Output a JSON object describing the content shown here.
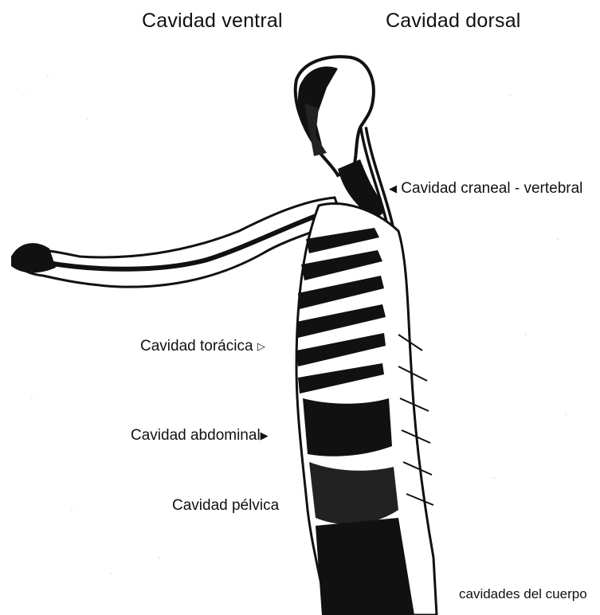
{
  "headers": {
    "ventral": "Cavidad  ventral",
    "dorsal": "Cavidad dorsal"
  },
  "labels": {
    "cranial_vertebral": "Cavidad craneal - vertebral",
    "thoracic": "Cavidad torácica",
    "abdominal": "Cavidad abdominal",
    "pelvic": "Cavidad pélvica"
  },
  "caption": "cavidades del cuerpo",
  "arrows": {
    "left_pointing": "◀",
    "right_pointing": "▶",
    "right_outline": "▷"
  },
  "colors": {
    "ink": "#111111",
    "background": "#ffffff",
    "stipple": "#bbbbbb"
  }
}
